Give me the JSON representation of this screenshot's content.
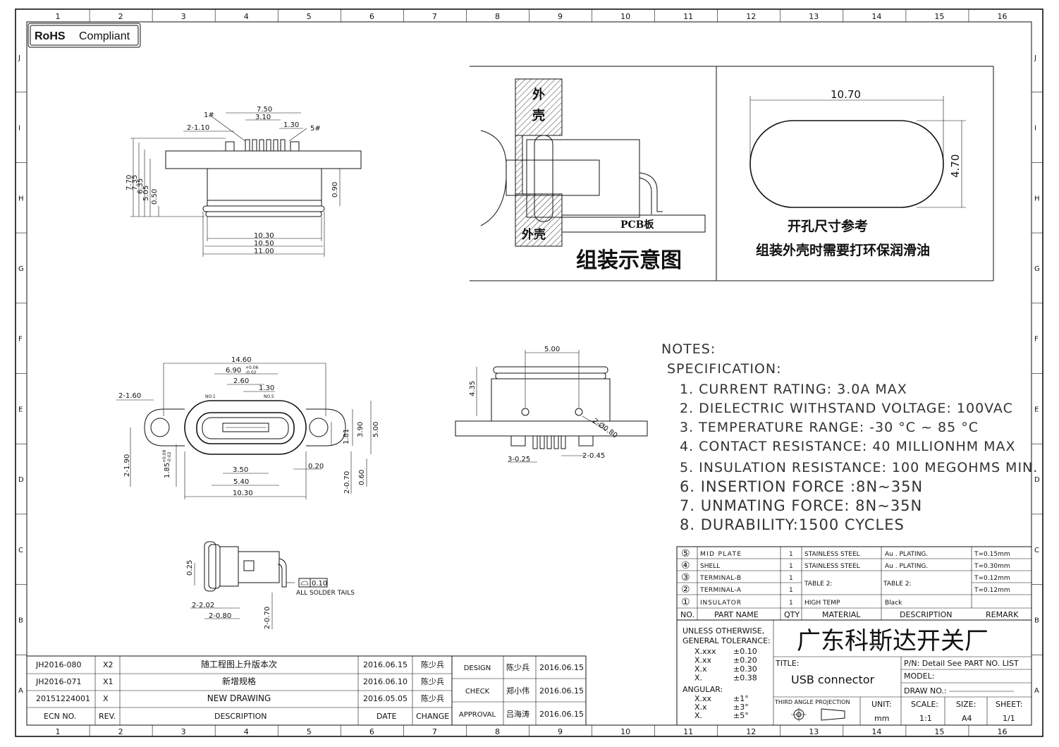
{
  "rohs": {
    "bold": "RoHS",
    "text": "Compliant"
  },
  "border": {
    "cols": [
      "1",
      "2",
      "3",
      "4",
      "5",
      "6",
      "7",
      "8",
      "9",
      "10",
      "11",
      "12",
      "13",
      "14",
      "15",
      "16"
    ],
    "rows": [
      "J",
      "I",
      "H",
      "G",
      "F",
      "E",
      "D",
      "C",
      "B",
      "A"
    ]
  },
  "top_view": {
    "dims": [
      "7.50",
      "3.10",
      "2-1.10",
      "1.30",
      "7.70",
      "7.35",
      "6.35",
      "5.05",
      "0.50",
      "0.90",
      "10.30",
      "10.50",
      "11.00"
    ],
    "pin1": "1#",
    "pin5": "5#"
  },
  "front_view": {
    "dims": [
      "14.60",
      "6.90",
      "2.60",
      "1.30",
      "2-1.60",
      "3.90",
      "5.00",
      "1.81",
      "2-1.90",
      "3.50",
      "0.20",
      "5.40",
      "10.30",
      "2-0.70",
      "0.60"
    ],
    "tol_698": [
      "+0.06",
      "-0.02"
    ],
    "dim_185": "1.85",
    "tol_185": [
      "+0.08",
      "-0.02"
    ],
    "labels": [
      "NO.1",
      "NO.5"
    ]
  },
  "side_view": {
    "dims": [
      "5.00",
      "4.35",
      "2-Ø0.80",
      "3-0.25",
      "2-0.45"
    ]
  },
  "bottom_view": {
    "dims": [
      "0.25",
      "2-2.02",
      "2-0.80",
      "2-0.70"
    ],
    "flatness": "0.10",
    "solder": "ALL SOLDER TAILS"
  },
  "assembly": {
    "shell_top": [
      "外",
      "壳"
    ],
    "shell_bottom": "外壳",
    "pcb": "PCB板",
    "caption": "组装示意图"
  },
  "cutout": {
    "width": "10.70",
    "height": "4.70",
    "ref": "开孔尺寸参考",
    "note": "组装外壳时需要打环保润滑油"
  },
  "notes": {
    "title": "NOTES:",
    "spec": "SPECIFICATION:",
    "items": [
      "1. CURRENT RATING: 3.0A MAX",
      "2. DIELECTRIC WITHSTAND VOLTAGE: 100VAC",
      "3. TEMPERATURE RANGE: -30 °C ~ 85 °C",
      "4. CONTACT RESISTANCE: 40 MILLIONHM MAX",
      "5. INSULATION RESISTANCE: 100 MEGOHMS MIN.",
      "6. INSERTION FORCE :8N~35N",
      "7. UNMATING FORCE: 8N~35N",
      "8. DURABILITY:1500 CYCLES"
    ]
  },
  "bom": {
    "rows": [
      {
        "no": "⑤",
        "part": "MID PLATE",
        "qty": "1",
        "material": "STAINLESS STEEL",
        "desc": "Au . PLATING.",
        "remark": "T=0.15mm"
      },
      {
        "no": "④",
        "part": "SHELL",
        "qty": "1",
        "material": "STAINLESS STEEL",
        "desc": "Au . PLATING.",
        "remark": "T=0.30mm"
      },
      {
        "no": "③",
        "part": "TERMINAL-B",
        "qty": "1",
        "material": "TABLE 2:",
        "desc": "TABLE 2:",
        "remark": "T=0.12mm"
      },
      {
        "no": "②",
        "part": "TERMINAL-A",
        "qty": "1",
        "material": "",
        "desc": "",
        "remark": "T=0.12mm"
      },
      {
        "no": "①",
        "part": "INSULATOR",
        "qty": "1",
        "material": "HIGH TEMP",
        "desc": "Black",
        "remark": ""
      }
    ],
    "headers": [
      "NO.",
      "PART NAME",
      "QTY",
      "MATERIAL",
      "DESCRIPTION",
      "REMARK"
    ]
  },
  "tolerance": {
    "title1": "UNLESS OTHERWISE,",
    "title2": "GENERAL TOLERANCE:",
    "rows": [
      [
        "X.xxx",
        "±0.10"
      ],
      [
        "X.xx",
        "±0.20"
      ],
      [
        "X.x",
        "±0.30"
      ],
      [
        "X.",
        "±0.38"
      ]
    ],
    "angular": "ANGULAR:",
    "angles": [
      [
        "X.xx",
        "±1°"
      ],
      [
        "X.x",
        "±3°"
      ],
      [
        "X.",
        "±5°"
      ]
    ]
  },
  "title_block": {
    "company": "广东科斯达开关厂",
    "title_label": "TITLE:",
    "title": "USB connector",
    "pn": "P/N: Detail See PART NO. LIST",
    "model": "MODEL:",
    "drawno": "DRAW NO.:",
    "projection": "THIRD ANGLE PROJECTION",
    "unit_label": "UNIT:",
    "unit": "mm",
    "scale_label": "SCALE:",
    "scale": "1:1",
    "size_label": "SIZE:",
    "size": "A4",
    "sheet_label": "SHEET:",
    "sheet": "1/1"
  },
  "revisions": {
    "rows": [
      {
        "ecn": "JH2016-080",
        "rev": "X2",
        "desc": "随工程图上升版本次",
        "date": "2016.06.15",
        "by": "陈少兵"
      },
      {
        "ecn": "JH2016-071",
        "rev": "X1",
        "desc": "新增规格",
        "date": "2016.06.10",
        "by": "陈少兵"
      },
      {
        "ecn": "20151224001",
        "rev": "X",
        "desc": "NEW DRAWING",
        "date": "2016.05.05",
        "by": "陈少兵"
      }
    ],
    "headers": [
      "ECN NO.",
      "REV.",
      "DESCRIPTION",
      "DATE",
      "CHANGE"
    ]
  },
  "signoff": [
    {
      "role": "DESIGN",
      "name": "陈少兵",
      "date": "2016.06.15"
    },
    {
      "role": "CHECK",
      "name": "郑小伟",
      "date": "2016.06.15"
    },
    {
      "role": "APPROVAL",
      "name": "吕海涛",
      "date": "2016.06.15"
    }
  ]
}
